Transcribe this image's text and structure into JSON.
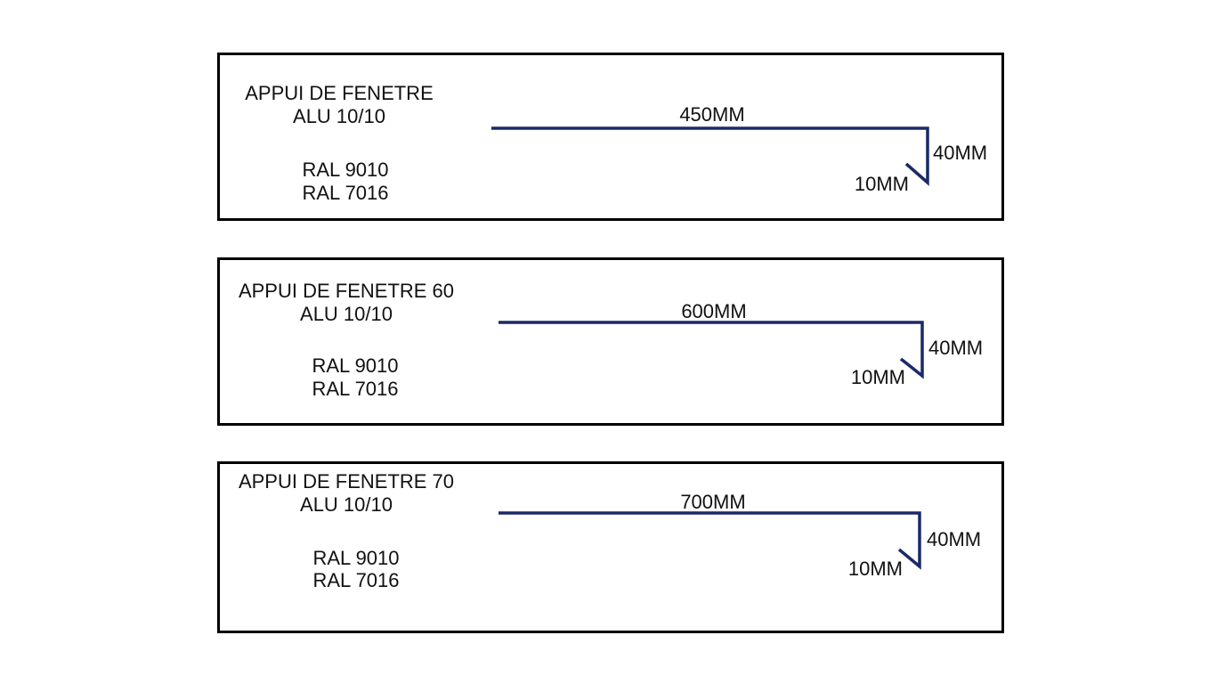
{
  "panels": [
    {
      "title": "APPUI DE FENETRE",
      "material": "ALU 10/10",
      "colors": [
        "RAL 9010",
        "RAL 7016"
      ],
      "width_label": "450MM",
      "height_label": "40MM",
      "lip_label": "10MM"
    },
    {
      "title": "APPUI DE FENETRE 60",
      "material": "ALU 10/10",
      "colors": [
        "RAL 9010",
        "RAL 7016"
      ],
      "width_label": "600MM",
      "height_label": "40MM",
      "lip_label": "10MM"
    },
    {
      "title": "APPUI DE FENETRE 70",
      "material": "ALU 10/10",
      "colors": [
        "RAL 9010",
        "RAL 7016"
      ],
      "width_label": "700MM",
      "height_label": "40MM",
      "lip_label": "10MM"
    }
  ],
  "profile_color": "#1a2a66"
}
